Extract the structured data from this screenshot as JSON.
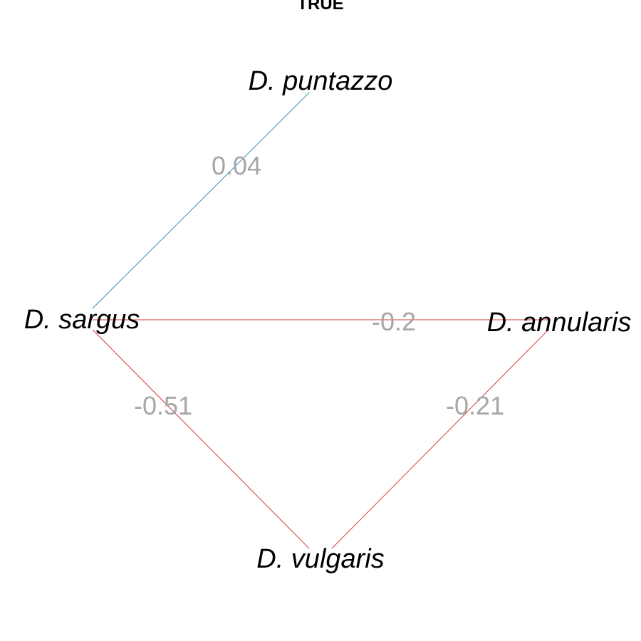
{
  "title": "TRUE",
  "colors": {
    "positive_edge": "#3a8ec0",
    "negative_edge": "#d43a3a",
    "edge_label": "#a6a6a6",
    "node_label": "#000000"
  },
  "nodes": [
    {
      "id": "puntazzo",
      "label": "D. puntazzo"
    },
    {
      "id": "sargus",
      "label": "D. sargus"
    },
    {
      "id": "annularis",
      "label": "D. annularis"
    },
    {
      "id": "vulgaris",
      "label": "D. vulgaris"
    }
  ],
  "edges": [
    {
      "from": "sargus",
      "to": "puntazzo",
      "weight": 0.04,
      "label": "0.04"
    },
    {
      "from": "sargus",
      "to": "annularis",
      "weight": -0.2,
      "label": "-0.2"
    },
    {
      "from": "sargus",
      "to": "vulgaris",
      "weight": -0.51,
      "label": "-0.51"
    },
    {
      "from": "vulgaris",
      "to": "annularis",
      "weight": -0.21,
      "label": "-0.21"
    }
  ]
}
